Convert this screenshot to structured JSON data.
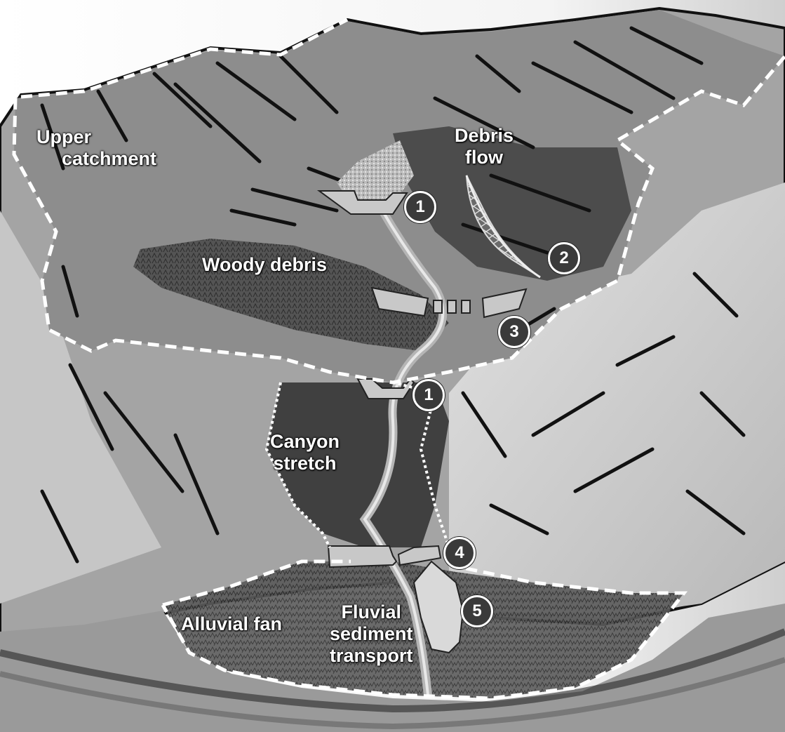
{
  "labels": {
    "upper_catchment": [
      "Upper",
      "catchment"
    ],
    "debris_flow": [
      "Debris",
      "flow"
    ],
    "woody_debris": [
      "Woody debris"
    ],
    "canyon_stretch": [
      "Canyon",
      "stretch"
    ],
    "alluvial_fan": [
      "Alluvial fan"
    ],
    "fluvial_sediment_transport": [
      "Fluvial",
      "sediment",
      "transport"
    ]
  },
  "markers": [
    "1",
    "2",
    "3",
    "1",
    "4",
    "5"
  ],
  "colors": {
    "boundary_line": "#ffffff",
    "ridge_lines": "#111111",
    "marker_fill": "#3a3a3a",
    "marker_text": "#ffffff",
    "structure_fill": "#c8c8c8"
  }
}
